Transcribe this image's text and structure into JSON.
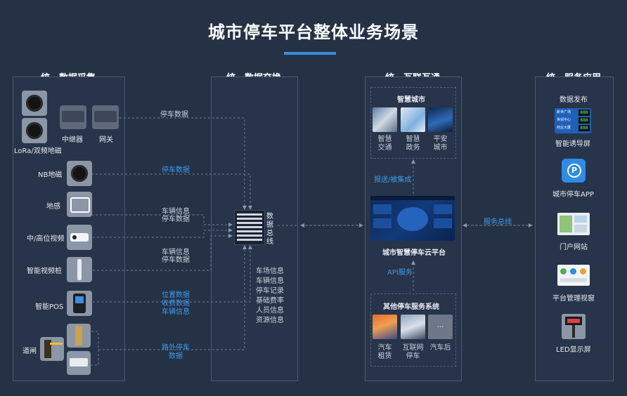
{
  "page": {
    "title": "城市停车平台整体业务场景"
  },
  "columns": {
    "collect": "统一数据采集",
    "exchange": "统一数据交换",
    "interconnect": "统一互联互通",
    "service": "统一服务应用"
  },
  "collect": {
    "lora": "LoRa/双频地磁",
    "relay": "中继器",
    "gateway": "网关",
    "nb": "NB地磁",
    "ground": "地感",
    "video": "中/高位视频",
    "pile": "智能视频桩",
    "pos": "智能POS",
    "gate": "道闸"
  },
  "flows": {
    "f1": "停车数据",
    "f2": "停车数据",
    "f3a": "车辆信息",
    "f3b": "停车数据",
    "f4a": "车辆信息",
    "f4b": "停车数据",
    "f5a": "位置数据",
    "f5b": "收费数据",
    "f5c": "车辆信息",
    "f6a": "路外停车",
    "f6b": "数据",
    "report": "报送/被集成",
    "api": "API服务",
    "bus": "服务总线"
  },
  "exchange": {
    "bus_chars": [
      "数",
      "据",
      "总",
      "线"
    ],
    "items": [
      "车场信息",
      "车辆信息",
      "停车记录",
      "基础费率",
      "人员信息",
      "资源信息"
    ]
  },
  "smart_city": {
    "title": "智慧城市",
    "items": [
      {
        "l1": "智慧",
        "l2": "交通"
      },
      {
        "l1": "智慧",
        "l2": "政务"
      },
      {
        "l1": "平安",
        "l2": "城市"
      }
    ]
  },
  "cloud": {
    "label": "城市智慧停车云平台"
  },
  "other": {
    "title": "其他停车服务系统",
    "items": [
      {
        "l1": "汽车",
        "l2": "租赁"
      },
      {
        "l1": "互联网",
        "l2": "停车"
      },
      {
        "l1": "汽车后",
        "l2": ""
      }
    ],
    "ellipsis": "..."
  },
  "service": {
    "publish": "数据发布",
    "guide": "智能诱导屏",
    "app": "城市停车APP",
    "portal": "门户网站",
    "window": "平台管理视窗",
    "led": "LED显示屏",
    "guide_rows": [
      {
        "label": "新世广场",
        "num": "888"
      },
      {
        "label": "世贸中心",
        "num": "888"
      },
      {
        "label": "商业大厦",
        "num": "888"
      }
    ]
  },
  "colors": {
    "background": "#253246",
    "accent": "#3b8ee0",
    "blue_text": "#3f9bf0",
    "panel_border": "#4a5a72"
  }
}
